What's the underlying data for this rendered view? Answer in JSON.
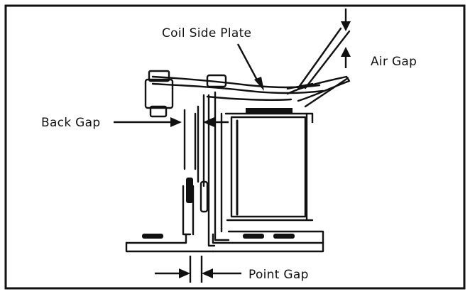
{
  "labels": {
    "coil_side_plate": "Coil Side Plate",
    "air_gap": "Air Gap",
    "back_gap": "Back Gap",
    "point_gap": "Point Gap"
  },
  "colors": {
    "ink": "#111111",
    "background": "#ffffff"
  }
}
